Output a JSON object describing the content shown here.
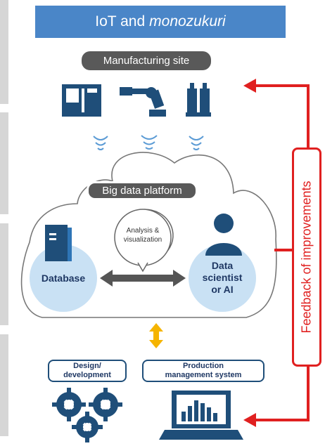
{
  "title": {
    "prefix": "IoT and",
    "emphasis": "monozukuri"
  },
  "manufacturing_site": "Manufacturing site",
  "big_data_platform": "Big data platform",
  "analysis": {
    "line1": "Analysis &",
    "line2": "visualization"
  },
  "database": "Database",
  "data_scientist": {
    "line1": "Data",
    "line2": "scientist",
    "line3": "or AI"
  },
  "design": {
    "line1": "Design/",
    "line2": "development"
  },
  "production": {
    "line1": "Production",
    "line2": "management system"
  },
  "feedback": "Feedback of improvements",
  "colors": {
    "title_bg": "#4a86c8",
    "pill_bg": "#595959",
    "icon_navy": "#1f4e79",
    "circle_fill": "#c9e1f4",
    "feedback_red": "#e02020",
    "sync_arrow": "#f5b400"
  }
}
